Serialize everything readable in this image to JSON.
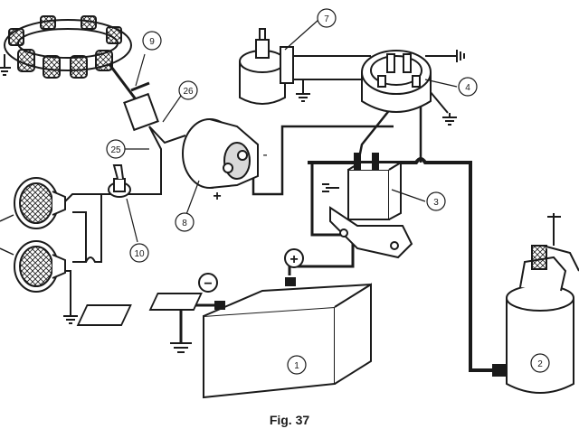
{
  "figure": {
    "caption": "Fig. 37"
  },
  "callouts": {
    "c1": "1",
    "c2": "2",
    "c3": "3",
    "c4": "4",
    "c7": "7",
    "c8": "8",
    "c9": "9",
    "c10": "10",
    "c25": "25",
    "c26": "26"
  },
  "symbols": {
    "gauge_minus": "-",
    "gauge_plus": "+",
    "battery_minus": "−",
    "battery_plus": "+"
  },
  "colors": {
    "ink": "#1a1a1a",
    "paper": "#ffffff",
    "shade": "#d9d9d9"
  }
}
